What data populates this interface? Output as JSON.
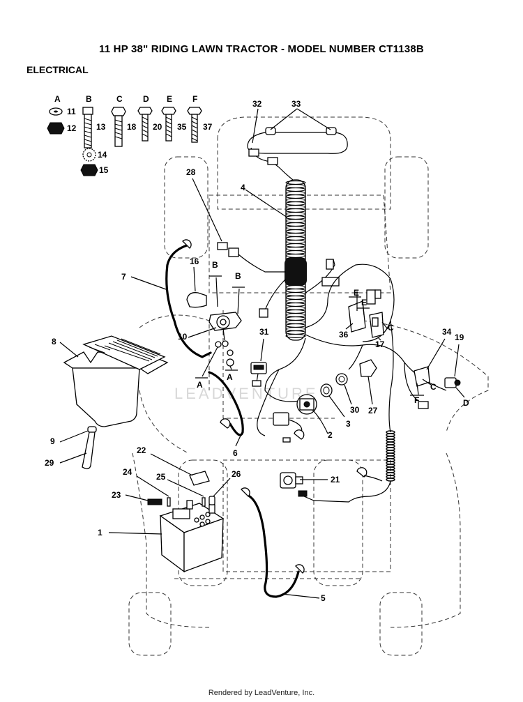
{
  "title": "11 HP 38\" RIDING LAWN TRACTOR - MODEL NUMBER CT1138B",
  "subtitle": "ELECTRICAL",
  "footer": "Rendered by LeadVenture, Inc.",
  "watermark": "LEADVENTURE",
  "hardware_columns": [
    {
      "letter": "A",
      "parts": [
        "11",
        "12"
      ]
    },
    {
      "letter": "B",
      "parts": [
        "13",
        "14",
        "15"
      ]
    },
    {
      "letter": "C",
      "parts": [
        "18"
      ]
    },
    {
      "letter": "D",
      "parts": [
        "20"
      ]
    },
    {
      "letter": "E",
      "parts": [
        "35"
      ]
    },
    {
      "letter": "F",
      "parts": [
        "37"
      ]
    }
  ],
  "callouts": {
    "p1": "1",
    "p2": "2",
    "p3": "3",
    "p4": "4",
    "p5": "5",
    "p6": "6",
    "p7": "7",
    "p8": "8",
    "p9": "9",
    "p10": "10",
    "p16": "16",
    "p17": "17",
    "p19": "19",
    "p21": "21",
    "p22": "22",
    "p23": "23",
    "p24": "24",
    "p25": "25",
    "p26": "26",
    "p27": "27",
    "p28": "28",
    "p29": "29",
    "p30": "30",
    "p31": "31",
    "p32": "32",
    "p33": "33",
    "p34": "34",
    "p36": "36"
  },
  "connector_letters": {
    "a": "A",
    "b": "B",
    "c": "C",
    "d": "D",
    "e": "E",
    "f": "F"
  }
}
